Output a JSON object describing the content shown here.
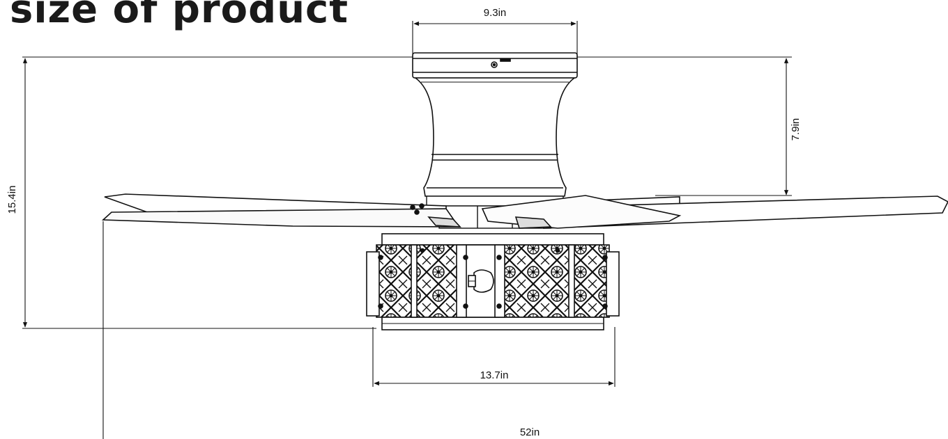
{
  "title": "size of product",
  "dimensions": {
    "canopy_width": "9.3in",
    "downrod_height": "7.9in",
    "overall_height": "15.4in",
    "light_kit_width": "13.7in",
    "blade_span": "52in"
  }
}
